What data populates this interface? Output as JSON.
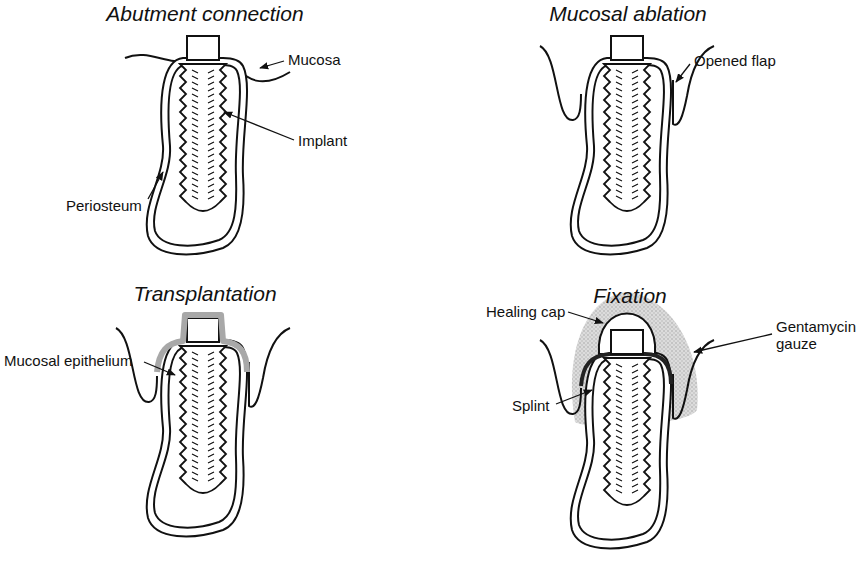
{
  "diagram": {
    "labels": [
      "Abutment connection",
      "Mucosal ablation",
      "Transplantation",
      "Fixation",
      "Mucosa",
      "Implant",
      "Periosteum",
      "Opened flap",
      "Mucosal epithelium",
      "Healing cap",
      "Gentamycin gauze",
      "Splint"
    ]
  }
}
